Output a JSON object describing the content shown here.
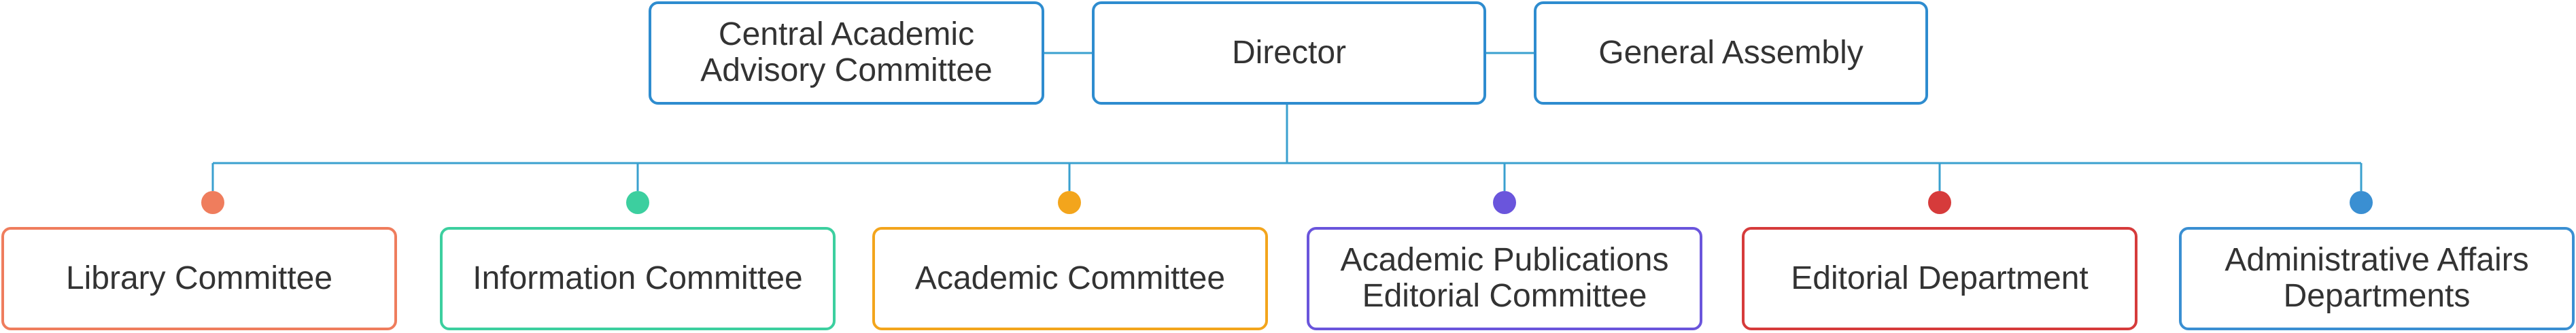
{
  "line_color": "#3aa0cf",
  "top": {
    "left": {
      "label": "Central Academic\nAdvisory Committee",
      "color": "#2e8ccf"
    },
    "center": {
      "label": "Director",
      "color": "#2e8ccf"
    },
    "right": {
      "label": "General Assembly",
      "color": "#2e8ccf"
    }
  },
  "children": [
    {
      "label": "Library Committee",
      "color": "#ef7d5d"
    },
    {
      "label": "Information Committee",
      "color": "#3ccf9f"
    },
    {
      "label": "Academic Committee",
      "color": "#f3a51c"
    },
    {
      "label": "Academic Publications\nEditorial Committee",
      "color": "#6a55dc"
    },
    {
      "label": "Editorial Department",
      "color": "#d63b3b"
    },
    {
      "label": "Administrative Affairs\nDepartments",
      "color": "#3a8fd2"
    }
  ]
}
